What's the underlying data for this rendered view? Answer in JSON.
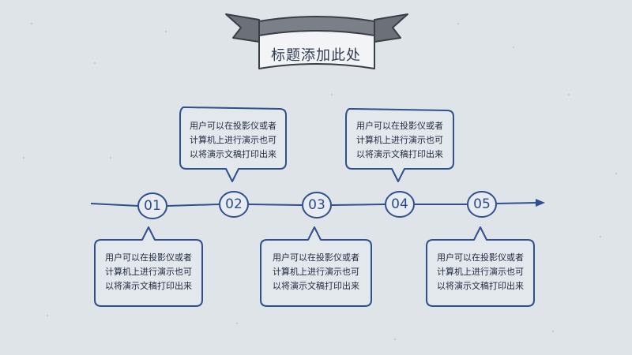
{
  "title": "标题添加此处",
  "colors": {
    "background": "#dfe4e8",
    "line": "#2f4f8f",
    "ribbon": "#5b5f66"
  },
  "nodes": [
    {
      "label": "01"
    },
    {
      "label": "02"
    },
    {
      "label": "03"
    },
    {
      "label": "04"
    },
    {
      "label": "05"
    }
  ],
  "bubbles": [
    {
      "line1": "用户可以在投影仪或者",
      "line2": "计算机上进行演示也可",
      "line3": "以将演示文稿打印出来"
    },
    {
      "line1": "用户可以在投影仪或者",
      "line2": "计算机上进行演示也可",
      "line3": "以将演示文稿打印出来"
    },
    {
      "line1": "用户可以在投影仪或者",
      "line2": "计算机上进行演示也可",
      "line3": "以将演示文稿打印出来"
    },
    {
      "line1": "用户可以在投影仪或者",
      "line2": "计算机上进行演示也可",
      "line3": "以将演示文稿打印出来"
    },
    {
      "line1": "用户可以在投影仪或者",
      "line2": "计算机上进行演示也可",
      "line3": "以将演示文稿打印出来"
    }
  ]
}
